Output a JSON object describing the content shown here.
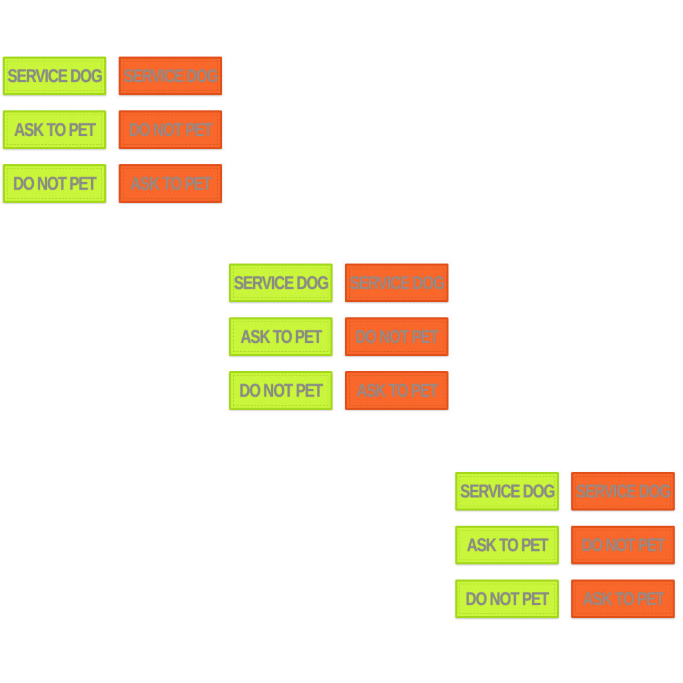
{
  "patch_sets": [
    {
      "green": [
        "SERVICE DOG",
        "ASK TO PET",
        "DO NOT PET"
      ],
      "orange": [
        "SERVICE DOG",
        "DO NOT PET",
        "ASK TO PET"
      ]
    },
    {
      "green": [
        "SERVICE DOG",
        "ASK TO PET",
        "DO NOT PET"
      ],
      "orange": [
        "SERVICE DOG",
        "DO NOT PET",
        "ASK TO PET"
      ]
    },
    {
      "green": [
        "SERVICE DOG",
        "ASK TO PET",
        "DO NOT PET"
      ],
      "orange": [
        "SERVICE DOG",
        "DO NOT PET",
        "ASK TO PET"
      ]
    }
  ],
  "colors": {
    "green_patch": "#c9f53a",
    "orange_patch": "#f9682a",
    "reflective_text": "#8a8a8a"
  }
}
